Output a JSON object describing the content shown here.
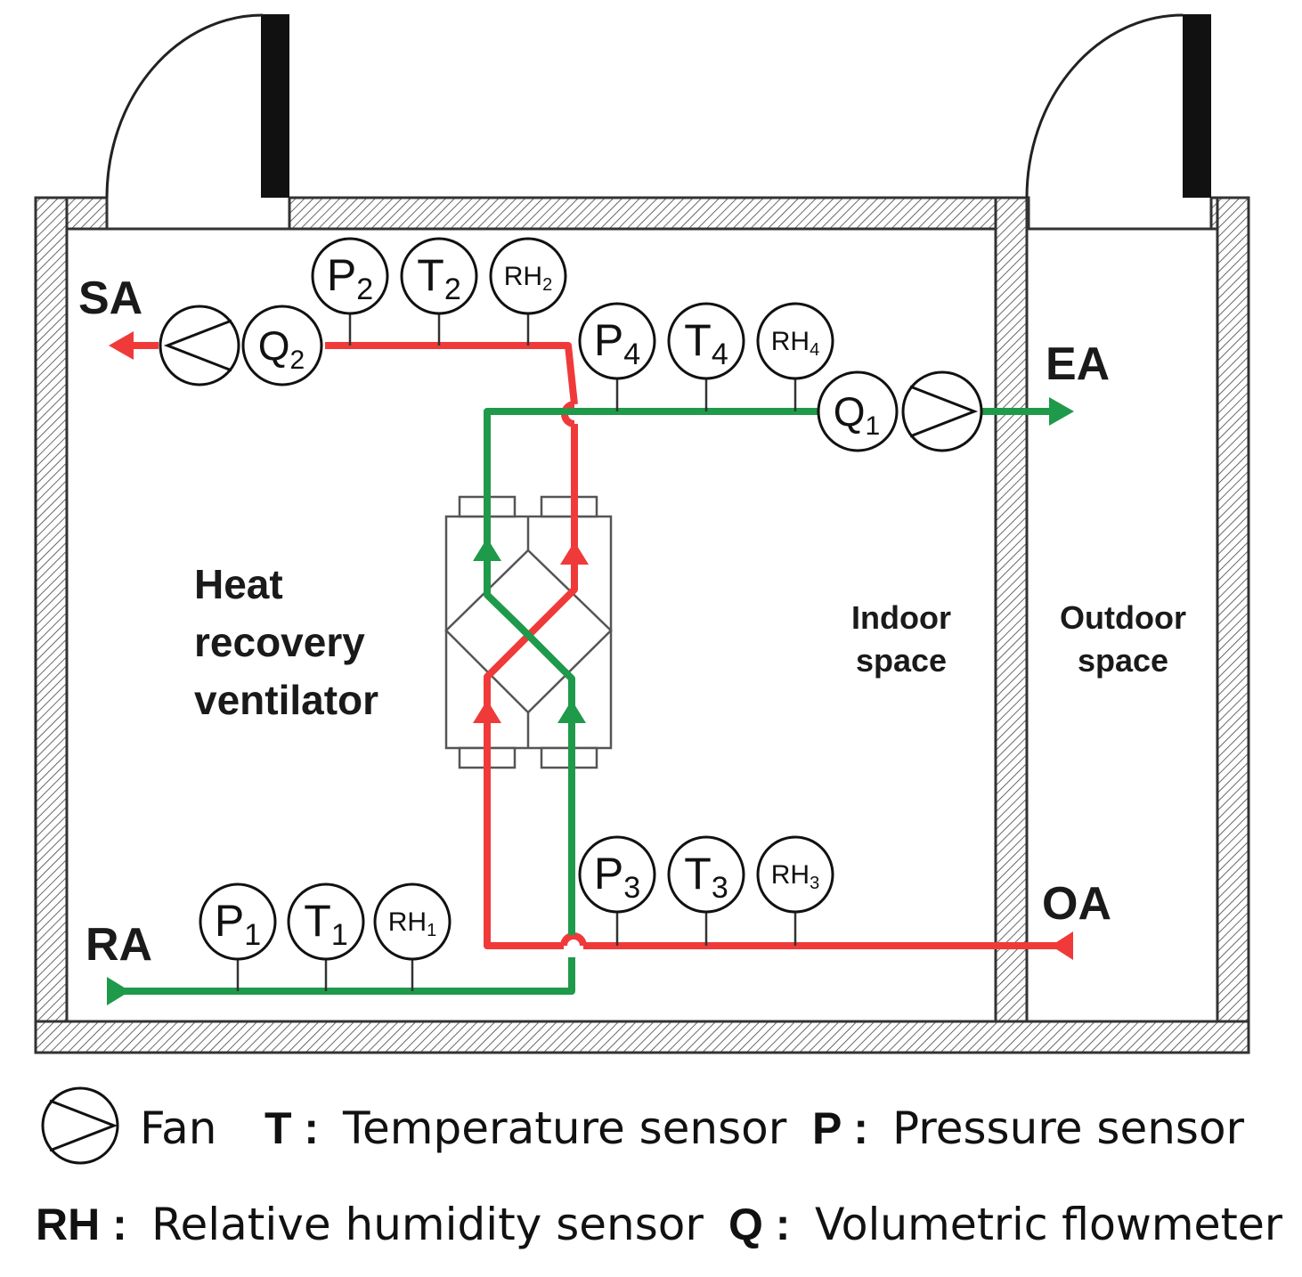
{
  "labels": {
    "sa": "SA",
    "ea": "EA",
    "ra": "RA",
    "oa": "OA",
    "hrv_line1": "Heat",
    "hrv_line2": "recovery",
    "hrv_line3": "ventilator",
    "indoor_line1": "Indoor",
    "indoor_line2": "space",
    "outdoor_line1": "Outdoor",
    "outdoor_line2": "space"
  },
  "sensors": {
    "p1": {
      "letter": "P",
      "sub": "1"
    },
    "t1": {
      "letter": "T",
      "sub": "1"
    },
    "rh1": {
      "letter": "RH",
      "sub": "1"
    },
    "p2": {
      "letter": "P",
      "sub": "2"
    },
    "t2": {
      "letter": "T",
      "sub": "2"
    },
    "rh2": {
      "letter": "RH",
      "sub": "2"
    },
    "p3": {
      "letter": "P",
      "sub": "3"
    },
    "t3": {
      "letter": "T",
      "sub": "3"
    },
    "rh3": {
      "letter": "RH",
      "sub": "3"
    },
    "p4": {
      "letter": "P",
      "sub": "4"
    },
    "t4": {
      "letter": "T",
      "sub": "4"
    },
    "rh4": {
      "letter": "RH",
      "sub": "4"
    },
    "q1": {
      "letter": "Q",
      "sub": "1"
    },
    "q2": {
      "letter": "Q",
      "sub": "2"
    }
  },
  "legend": {
    "fan": "Fan",
    "t_key": "T :",
    "t_desc": "Temperature sensor",
    "p_key": "P :",
    "p_desc": "Pressure sensor",
    "rh_key": "RH :",
    "rh_desc": "Relative humidity sensor",
    "q_key": "Q :",
    "q_desc": "Volumetric flowmeter"
  },
  "colors": {
    "supply_line": "#f03a3a",
    "exhaust_line": "#1e9a4a",
    "wall": "#333333"
  },
  "icons": {
    "fan": "fan-icon",
    "arrow": "flow-arrow-icon"
  }
}
